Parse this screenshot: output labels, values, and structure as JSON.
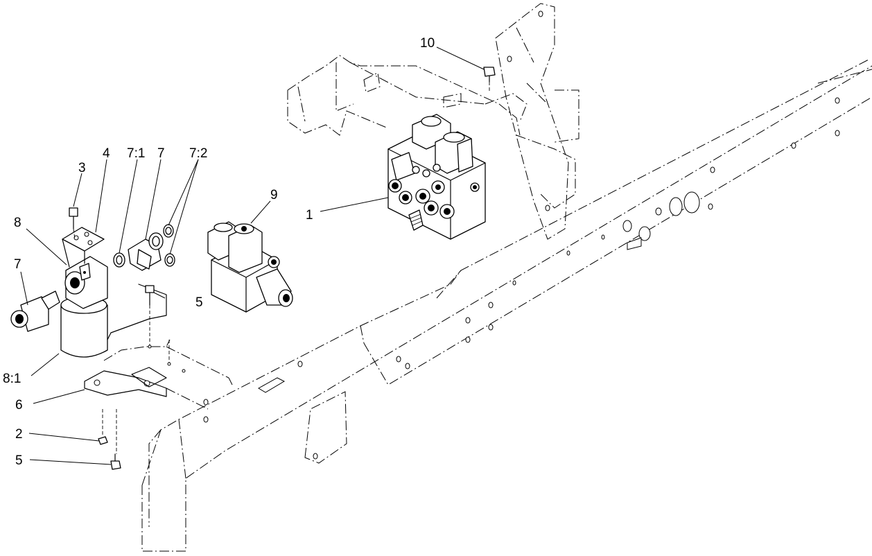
{
  "callouts": [
    {
      "id": "c1",
      "label": "1"
    },
    {
      "id": "c2",
      "label": "2"
    },
    {
      "id": "c3",
      "label": "3"
    },
    {
      "id": "c4",
      "label": "4"
    },
    {
      "id": "c5a",
      "label": "5"
    },
    {
      "id": "c5b",
      "label": "5"
    },
    {
      "id": "c6",
      "label": "6"
    },
    {
      "id": "c7a",
      "label": "7"
    },
    {
      "id": "c7b",
      "label": "7"
    },
    {
      "id": "c71",
      "label": "7:1"
    },
    {
      "id": "c72",
      "label": "7:2"
    },
    {
      "id": "c8",
      "label": "8"
    },
    {
      "id": "c81",
      "label": "8:1"
    },
    {
      "id": "c9",
      "label": "9"
    },
    {
      "id": "c10",
      "label": "10"
    }
  ]
}
